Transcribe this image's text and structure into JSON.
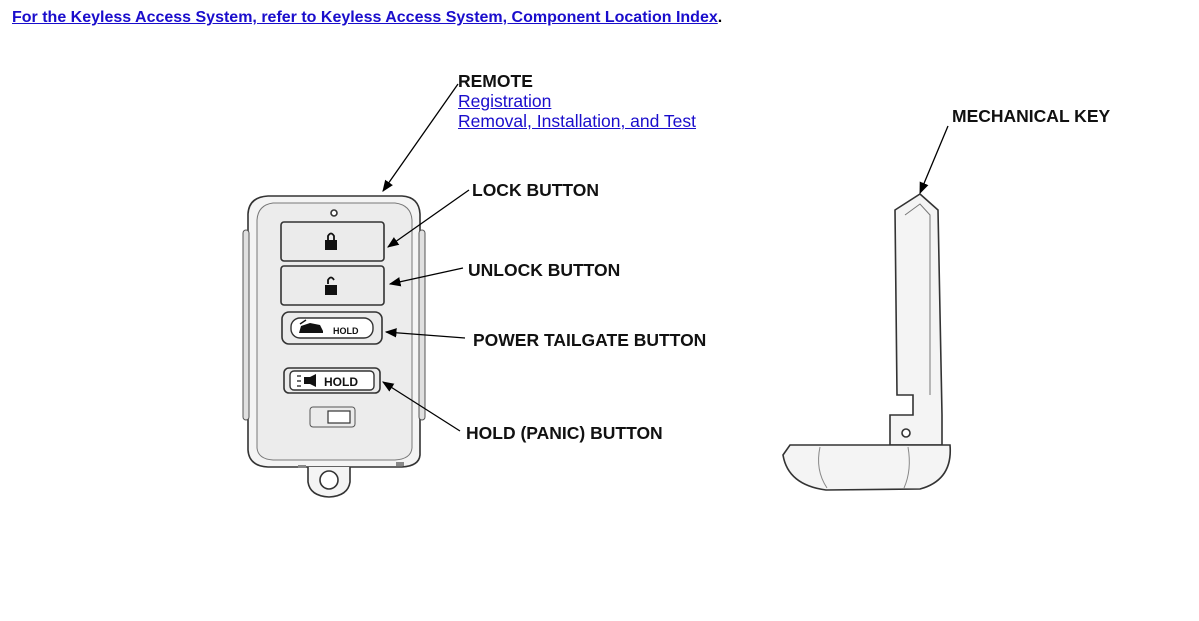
{
  "header": {
    "link_text": "For the Keyless Access System, refer to Keyless Access System, Component Location Index",
    "trailing": "."
  },
  "remote": {
    "title": "REMOTE",
    "links": [
      "Registration",
      "Removal, Installation, and Test"
    ],
    "hold_text": "HOLD"
  },
  "callouts": {
    "lock": "LOCK BUTTON",
    "unlock": "UNLOCK BUTTON",
    "tailgate": "POWER TAILGATE BUTTON",
    "panic": "HOLD (PANIC) BUTTON",
    "key": "MECHANICAL KEY"
  }
}
